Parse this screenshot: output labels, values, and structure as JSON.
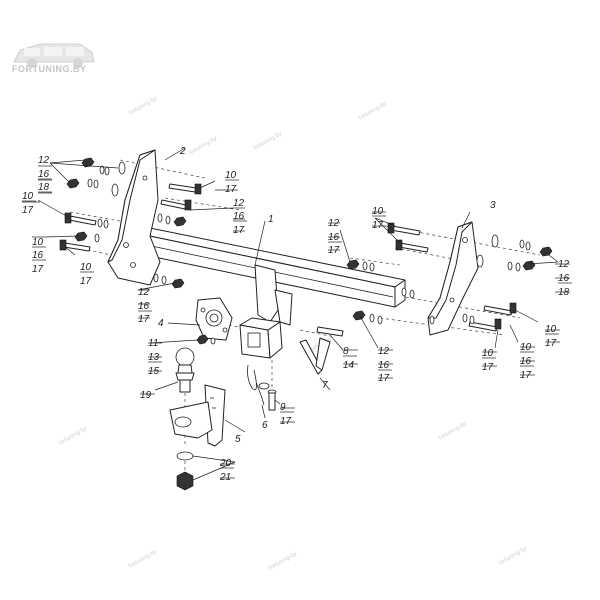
{
  "logo": {
    "text": "FORTUNING.BY"
  },
  "watermark": {
    "text": "fortuning.by"
  },
  "labels": {
    "p1": "1",
    "p2": "2",
    "p3": "3",
    "p4": "4",
    "p5": "5",
    "p6": "6",
    "p7": "7",
    "a_12": "12",
    "a_16": "16",
    "a_18": "18",
    "b_10": "10",
    "b_17": "17",
    "c_12": "12",
    "c_16": "16",
    "c_17": "17",
    "d_10": "10",
    "d_17": "17",
    "e_10": "10",
    "e_16": "16",
    "e_17": "17",
    "f_10": "10",
    "f_17": "17",
    "g_12": "12",
    "g_16": "16",
    "g_17": "17",
    "h_12": "12",
    "h_16": "16",
    "h_17": "17",
    "i_10": "10",
    "i_17": "17",
    "j_12": "12",
    "j_16": "16",
    "j_18": "18",
    "k_10": "10",
    "k_17": "17",
    "l_10": "10",
    "l_16": "16",
    "l_17": "17",
    "m_10": "10",
    "m_17": "17",
    "n_12": "12",
    "n_16": "16",
    "n_17": "17",
    "o_11": "11",
    "o_13": "13",
    "o_15": "15",
    "p_8": "8",
    "p_14": "14",
    "q_9": "9",
    "q_17": "17",
    "r_19": "19",
    "s_20": "20",
    "s_21": "21"
  }
}
